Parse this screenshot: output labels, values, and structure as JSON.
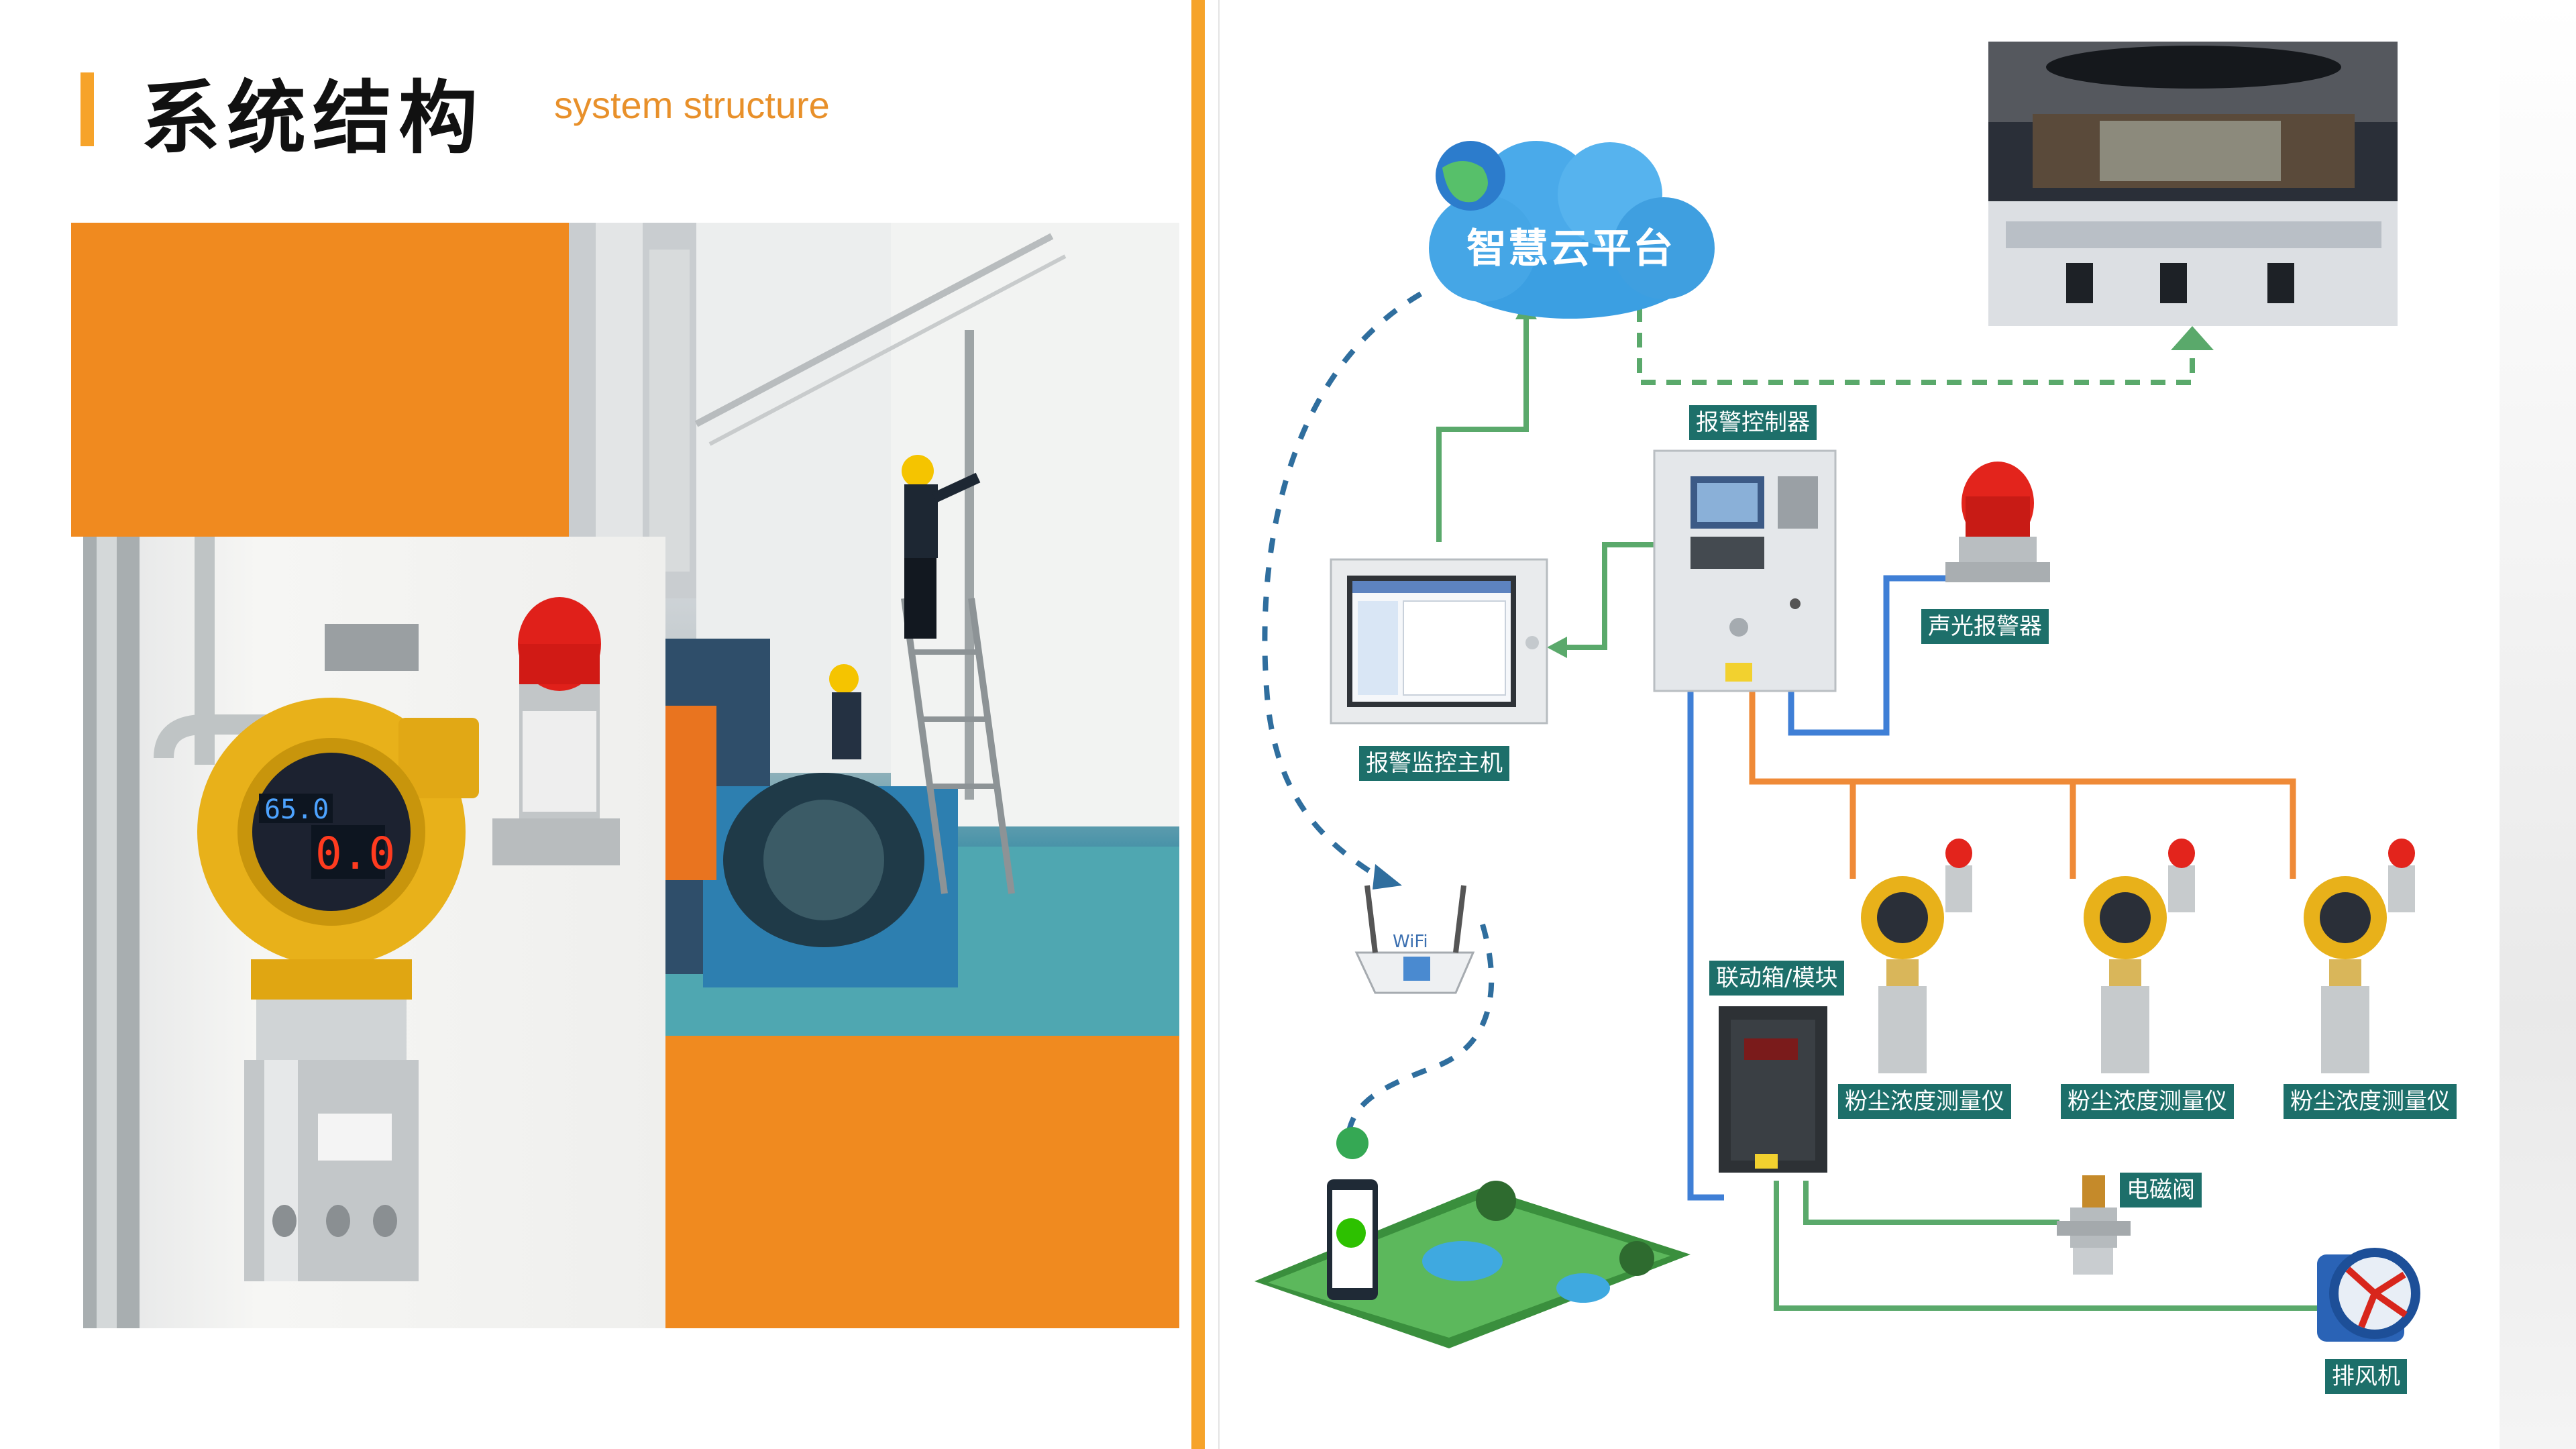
{
  "header": {
    "title_cn": "系统结构",
    "title_en": "system structure"
  },
  "colors": {
    "accent_orange": "#f6a32a",
    "block_orange": "#f08a1f",
    "label_teal": "#1d6f6a",
    "line_green": "#5aa96b",
    "line_blue": "#3f7fd6",
    "line_orange": "#ef8a37",
    "line_dashed_blue": "#2f6e9e"
  },
  "detector_display": {
    "reading_top": "65.0",
    "reading_main": "0.0"
  },
  "diagram": {
    "cloud_label": "智慧云平台",
    "controller_label": "报警控制器",
    "monitor_label": "报警监控主机",
    "alarm_label": "声光报警器",
    "linkage_label": "联动箱/模块",
    "sensor_labels": [
      "粉尘浓度测量仪",
      "粉尘浓度测量仪",
      "粉尘浓度测量仪"
    ],
    "valve_label": "电磁阀",
    "fan_label": "排风机",
    "router_text": "WiFi"
  }
}
